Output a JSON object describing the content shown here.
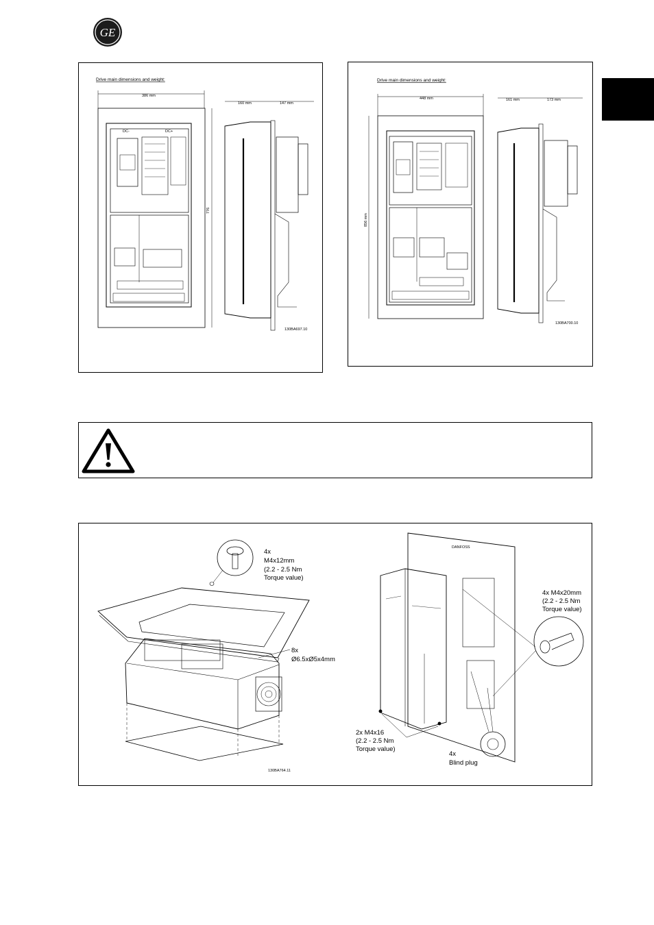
{
  "header": {
    "logo_monogram": "GE"
  },
  "figure_left": {
    "caption": "Drive main dimensions and weight:",
    "width_dim": "386 mm",
    "height_dim": "776",
    "depth_dim_1": "160 mm",
    "depth_dim_2": "147 mm",
    "terminal_label_1": "DC-",
    "terminal_label_2": "DC+",
    "ref_code": "130BA697.10"
  },
  "figure_right": {
    "caption": "Drive main dimensions and weight:",
    "width_dim": "448 mm",
    "height_dim": "856 mm",
    "depth_dim_1": "161 mm",
    "depth_dim_2": "173 mm",
    "ref_code": "130BA700.10"
  },
  "warning": {
    "icon": "warning-triangle-icon"
  },
  "assembly_figure": {
    "callout_screws_top": [
      "4x",
      "M4x12mm",
      "(2.2 - 2.5 Nm",
      "Torque value)"
    ],
    "callout_gasket": [
      "8x",
      "Ø6.5xØ5x4mm"
    ],
    "callout_screws_side": [
      "4x M4x20mm",
      "(2.2 - 2.5 Nm",
      "Torque value)"
    ],
    "callout_screws_bottom": [
      "2x M4x16",
      "(2.2 - 2.5 Nm",
      "Torque value)"
    ],
    "callout_blind_plug": [
      "4x",
      "Blind plug"
    ],
    "brand_plate": "DANFOSS",
    "ref_code": "130BA764.11"
  }
}
